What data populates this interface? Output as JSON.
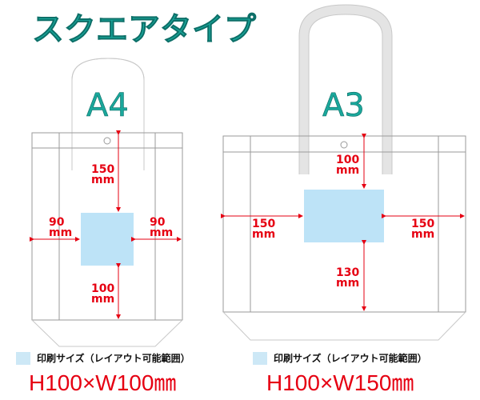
{
  "title": "スクエアタイプ",
  "bags": [
    {
      "size": "A4",
      "top": "150",
      "left": "90",
      "right": "90",
      "bottom": "100",
      "unit": "mm",
      "legend": "印刷サイズ（レイアウト可能範囲）",
      "print_size": "H100×W100㎜"
    },
    {
      "size": "A3",
      "top": "100",
      "left": "150",
      "right": "150",
      "bottom": "130",
      "unit": "mm",
      "legend": "印刷サイズ（レイアウト可能範囲）",
      "print_size": "H100×W150㎜"
    }
  ],
  "colors": {
    "title": "#19a89c",
    "dimension": "#e60012",
    "print_area": "#bde3f7"
  }
}
